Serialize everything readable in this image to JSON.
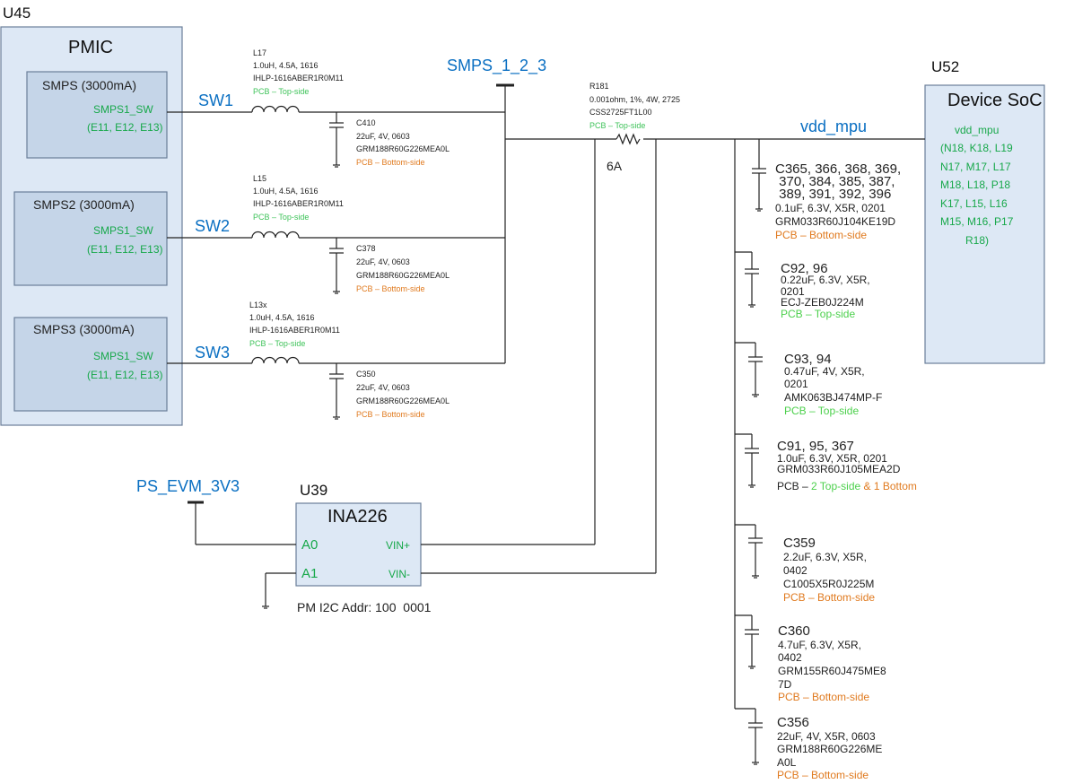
{
  "pmic": {
    "ref": "U45",
    "title": "PMIC",
    "smps": [
      {
        "label": "SMPS (3000mA)",
        "pin": "SMPS1_SW",
        "balls": "(E11, E12, E13)",
        "net": "SW1"
      },
      {
        "label": "SMPS2 (3000mA)",
        "pin": "SMPS1_SW",
        "balls": "(E11, E12, E13)",
        "net": "SW2"
      },
      {
        "label": "SMPS3 (3000mA)",
        "pin": "SMPS1_SW",
        "balls": "(E11, E12, E13)",
        "net": "SW3"
      }
    ]
  },
  "inductors": [
    {
      "ref": "L17",
      "value": "1.0uH, 4.5A, 1616",
      "part": "IHLP-1616ABER1R0M11",
      "side": "PCB – Top-side"
    },
    {
      "ref": "L15",
      "value": "1.0uH, 4.5A, 1616",
      "part": "IHLP-1616ABER1R0M11",
      "side": "PCB – Top-side"
    },
    {
      "ref": "L13x",
      "value": "1.0uH, 4.5A, 1616",
      "part": "IHLP-1616ABER1R0M11",
      "side": "PCB – Top-side"
    }
  ],
  "bulk_caps": [
    {
      "ref": "C410",
      "value": "22uF, 4V, 0603",
      "part": "GRM188R60G226MEA0L",
      "side": "PCB – Bottom-side"
    },
    {
      "ref": "C378",
      "value": "22uF, 4V, 0603",
      "part": "GRM188R60G226MEA0L",
      "side": "PCB – Bottom-side"
    },
    {
      "ref": "C350",
      "value": "22uF, 4V, 0603",
      "part": "GRM188R60G226MEA0L",
      "side": "PCB – Bottom-side"
    }
  ],
  "smps_rail": "SMPS_1_2_3",
  "shunt": {
    "ref": "R181",
    "value": "0.001ohm, 1%, 4W, 2725",
    "part": "CSS2725FT1L00",
    "side": "PCB – Top-side",
    "current": "6A"
  },
  "vdd_net": "vdd_mpu",
  "soc": {
    "ref": "U52",
    "title": "Device SoC",
    "pin": "vdd_mpu",
    "balls": [
      "(N18, K18, L19",
      "N17, M17, L17",
      "M18, L18, P18",
      "K17, L15, L16",
      "M15, M16, P17",
      "R18)"
    ]
  },
  "decaps": [
    {
      "lines": [
        "C365, 366, 368, 369,",
        " 370, 384, 385, 387,",
        " 389, 391, 392, 396"
      ],
      "value": [
        "0.1uF, 6.3V, X5R, 0201"
      ],
      "part": "GRM033R60J104KE19D",
      "side": "PCB – Bottom-side"
    },
    {
      "lines": [
        "C92, 96"
      ],
      "value": [
        "0.22uF, 6.3V, X5R,",
        "0201"
      ],
      "part": "ECJ-ZEB0J224M",
      "side": "PCB – Top-side"
    },
    {
      "lines": [
        "C93, 94"
      ],
      "value": [
        "0.47uF, 4V, X5R,",
        "0201"
      ],
      "part": "AMK063BJ474MP-F",
      "side": "PCB – Top-side"
    },
    {
      "lines": [
        "C91, 95, 367"
      ],
      "value": [
        "1.0uF, 6.3V, X5R, 0201"
      ],
      "part": "GRM033R60J105MEA2D",
      "side_prefix": "PCB – ",
      "side_top": "2 Top-side",
      "side_mid": " & ",
      "side_bot": "1 Bottom"
    },
    {
      "lines": [
        "C359"
      ],
      "value": [
        "2.2uF, 6.3V, X5R,",
        "0402"
      ],
      "part": "C1005X5R0J225M",
      "side": "PCB – Bottom-side"
    },
    {
      "lines": [
        "C360"
      ],
      "value": [
        "4.7uF, 6.3V, X5R,",
        "0402"
      ],
      "part_lines": [
        "GRM155R60J475ME8",
        "7D"
      ],
      "side": "PCB – Bottom-side"
    },
    {
      "lines": [
        "C356"
      ],
      "value": [
        "22uF, 4V, X5R, 0603"
      ],
      "part_lines": [
        "GRM188R60G226ME",
        "A0L"
      ],
      "side": "PCB – Bottom-side"
    }
  ],
  "ina": {
    "supply_net": "PS_EVM_3V3",
    "ref": "U39",
    "title": "INA226",
    "pins": {
      "a0": "A0",
      "a1": "A1",
      "vinp": "VIN+",
      "vinm": "VIN-"
    },
    "addr": "PM I2C Addr: 100  0001"
  },
  "colors": {
    "block_fill": "#c5d5e8",
    "block_border": "#6b7f99",
    "soc_fill": "#dde8f5",
    "net_blue": "#0a6fc2",
    "pin_green": "#17a84a",
    "top_green": "#4cd04c",
    "bottom_orange": "#e07a1f"
  }
}
